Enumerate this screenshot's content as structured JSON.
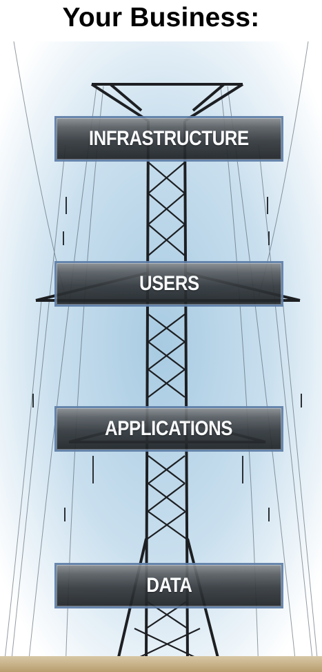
{
  "title": "Your Business:",
  "layers": [
    {
      "id": "infrastructure",
      "label": "INFRASTRUCTURE"
    },
    {
      "id": "users",
      "label": "USERS"
    },
    {
      "id": "applications",
      "label": "APPLICATIONS"
    },
    {
      "id": "data",
      "label": "DATA"
    }
  ],
  "colors": {
    "sky_center": "#9fc3dc",
    "sky_edge": "#ffffff",
    "tower": "#1d1f22",
    "layer_border": "#5f7fa8",
    "ground": "#c9b48e"
  },
  "illustration": "transmission-tower"
}
